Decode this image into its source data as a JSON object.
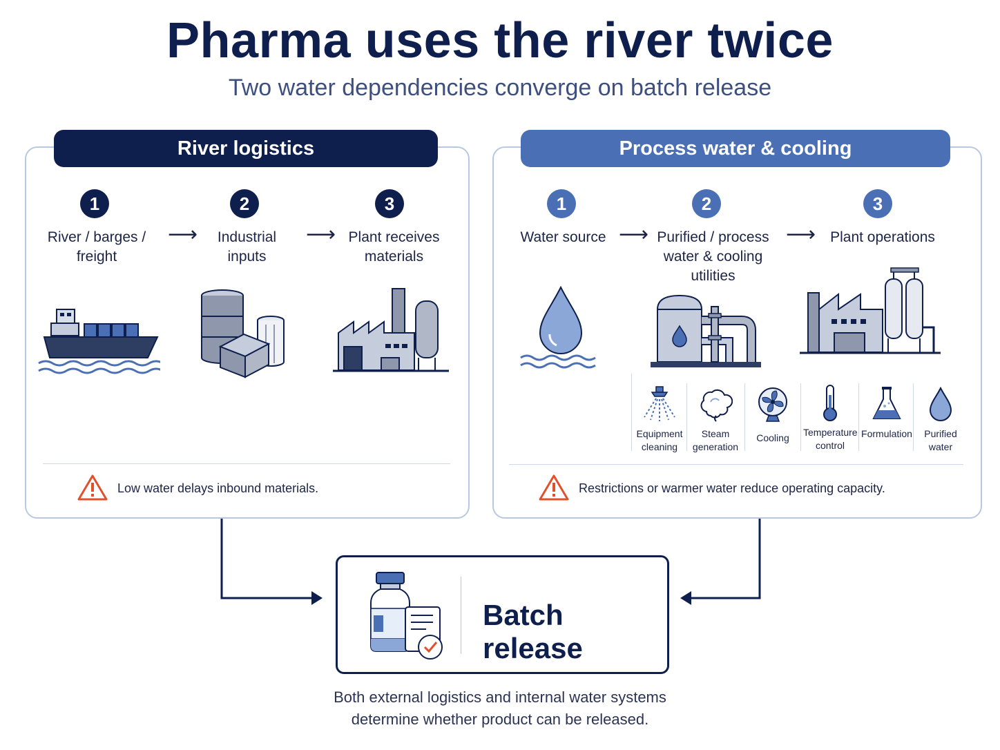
{
  "header": {
    "title": "Pharma uses the river twice",
    "subtitle": "Two water dependencies converge on batch release"
  },
  "colors": {
    "navy": "#0f1f4d",
    "blue": "#4a6fb5",
    "warning": "#e0502a",
    "accent_light": "#8aa7d8"
  },
  "river_logistics": {
    "title": "River logistics",
    "steps": [
      {
        "num": "1",
        "label": "River / barges / freight",
        "icon": "cargo-ship-icon"
      },
      {
        "num": "2",
        "label": "Industrial inputs",
        "icon": "drums-and-boxes-icon"
      },
      {
        "num": "3",
        "label": "Plant receives materials",
        "icon": "factory-icon"
      }
    ],
    "warning": "Low water delays inbound materials."
  },
  "process_water": {
    "title": "Process water & cooling",
    "steps": [
      {
        "num": "1",
        "label": "Water source",
        "icon": "water-drop-icon"
      },
      {
        "num": "2",
        "label": "Purified / process water & cooling utilities",
        "icon": "water-tank-pipes-icon"
      },
      {
        "num": "3",
        "label": "Plant operations",
        "icon": "plant-operations-icon"
      }
    ],
    "uses": [
      {
        "label": "Equipment cleaning",
        "icon": "spray-nozzle-icon"
      },
      {
        "label": "Steam generation",
        "icon": "steam-cloud-icon"
      },
      {
        "label": "Cooling",
        "icon": "fan-icon"
      },
      {
        "label": "Temperature control",
        "icon": "thermometer-icon"
      },
      {
        "label": "Formulation",
        "icon": "flask-icon"
      },
      {
        "label": "Purified water",
        "icon": "water-drop-icon"
      }
    ],
    "warning": "Restrictions or warmer water reduce operating capacity."
  },
  "batch_release": {
    "title": "Batch release",
    "icon": "vial-and-checklist-icon"
  },
  "footer": {
    "line1": "Both external logistics and internal water systems",
    "line2": "determine whether product can be released."
  }
}
